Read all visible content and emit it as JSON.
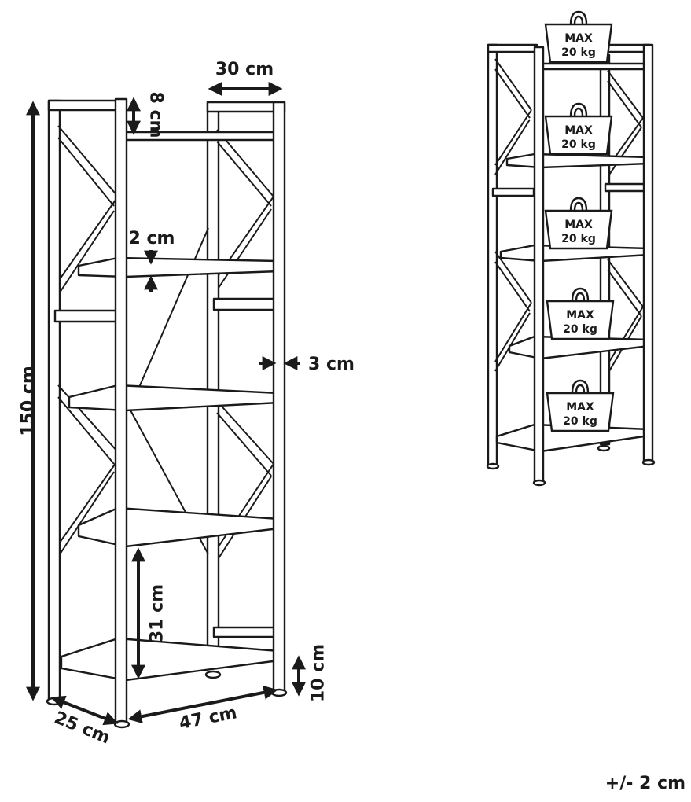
{
  "dimensions": {
    "height": "150 cm",
    "depth": "30 cm",
    "top_gap": "8 cm",
    "shelf_thickness": "2 cm",
    "frame_thickness": "3 cm",
    "shelf_spacing": "31 cm",
    "leg_height": "10 cm",
    "side_depth": "25 cm",
    "width": "47 cm"
  },
  "load_labels": [
    {
      "line1": "MAX",
      "line2": "20 kg"
    },
    {
      "line1": "MAX",
      "line2": "20 kg"
    },
    {
      "line1": "MAX",
      "line2": "20 kg"
    },
    {
      "line1": "MAX",
      "line2": "20 kg"
    },
    {
      "line1": "MAX",
      "line2": "20 kg"
    }
  ],
  "tolerance": "+/- 2 cm"
}
